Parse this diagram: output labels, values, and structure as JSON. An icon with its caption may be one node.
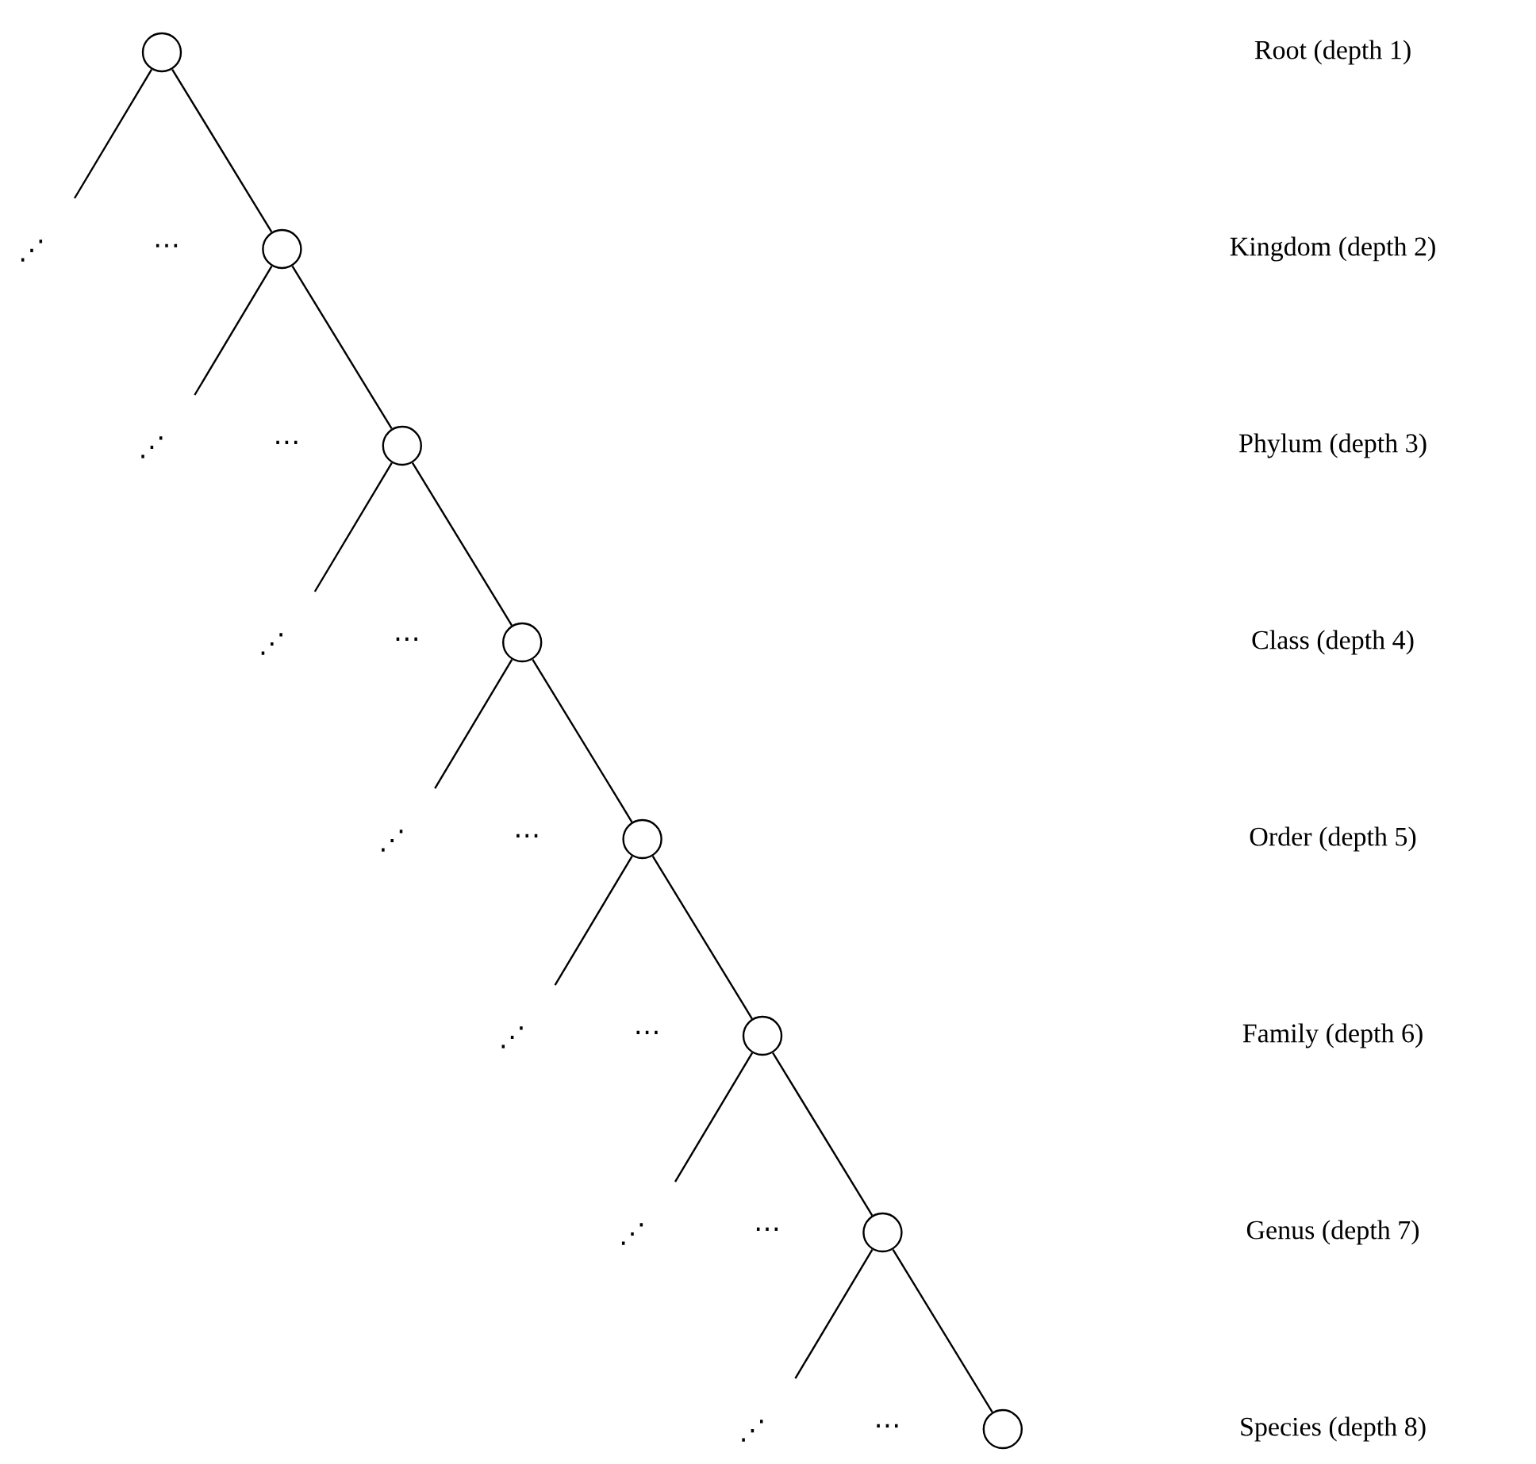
{
  "diagram": {
    "nodes": [
      {
        "text": [],
        "shape": "circle"
      },
      {
        "text": [],
        "shape": "circle"
      },
      {
        "text": [],
        "shape": "circle"
      },
      {
        "text": [],
        "shape": "circle"
      },
      {
        "text": [],
        "shape": "circle"
      },
      {
        "text": [],
        "shape": "circle"
      },
      {
        "text": [],
        "shape": "circle"
      },
      {
        "text": [],
        "shape": "circle"
      }
    ],
    "edges": [
      {
        "from": 0,
        "to": 1,
        "arrow": "none"
      },
      {
        "from": 0,
        "to": null,
        "arrow": "none"
      },
      {
        "from": 1,
        "to": 2,
        "arrow": "none"
      },
      {
        "from": 1,
        "to": null,
        "arrow": "none"
      },
      {
        "from": 2,
        "to": 3,
        "arrow": "none"
      },
      {
        "from": 2,
        "to": null,
        "arrow": "none"
      },
      {
        "from": 3,
        "to": 4,
        "arrow": "none"
      },
      {
        "from": 3,
        "to": null,
        "arrow": "none"
      },
      {
        "from": 4,
        "to": 5,
        "arrow": "none"
      },
      {
        "from": 4,
        "to": null,
        "arrow": "none"
      },
      {
        "from": 5,
        "to": 6,
        "arrow": "none"
      },
      {
        "from": 5,
        "to": null,
        "arrow": "none"
      },
      {
        "from": 6,
        "to": 7,
        "arrow": "none"
      },
      {
        "from": 6,
        "to": null,
        "arrow": "none"
      }
    ],
    "labels": [
      "Root (depth 1)",
      "⋰",
      "⋯",
      "Kingdom (depth 2)",
      "⋰",
      "⋯",
      "Phylum (depth 3)",
      "⋰",
      "⋯",
      "Class (depth 4)",
      "⋰",
      "⋯",
      "Order (depth 5)",
      "⋰",
      "⋯",
      "Family (depth 6)",
      "⋰",
      "⋯",
      "Genus (depth 7)",
      "⋰",
      "⋯",
      "Species (depth 8)"
    ]
  }
}
